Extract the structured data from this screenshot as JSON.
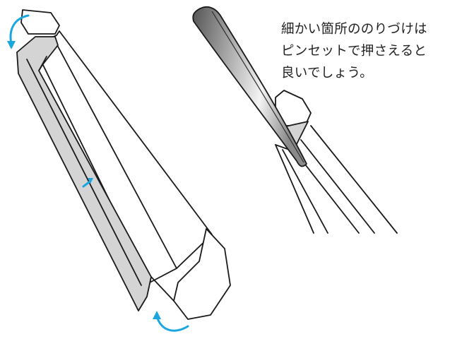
{
  "caption": {
    "lines": [
      "細かい箇所ののりづけは",
      "ピンセットで押さえると",
      "良いでしょう。"
    ]
  },
  "colors": {
    "arrow": "#1aa7e0",
    "fold_gray": "#d4d4d4",
    "outline": "#1a1a1a",
    "tweezer_dark": "#6b6b6b",
    "tweezer_light": "#f2f2f2"
  },
  "icons": [
    "curved-arrow-icon",
    "straight-arrow-icon",
    "tweezers-icon"
  ]
}
